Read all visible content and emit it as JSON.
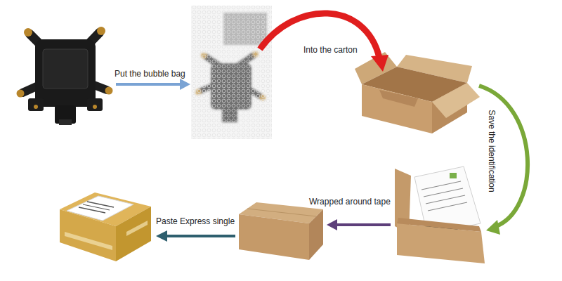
{
  "diagram": {
    "labels": [
      "Put the bubble bag",
      "Into the carton",
      "Save the identification",
      "Wrapped around tape",
      "Paste Express single"
    ]
  }
}
